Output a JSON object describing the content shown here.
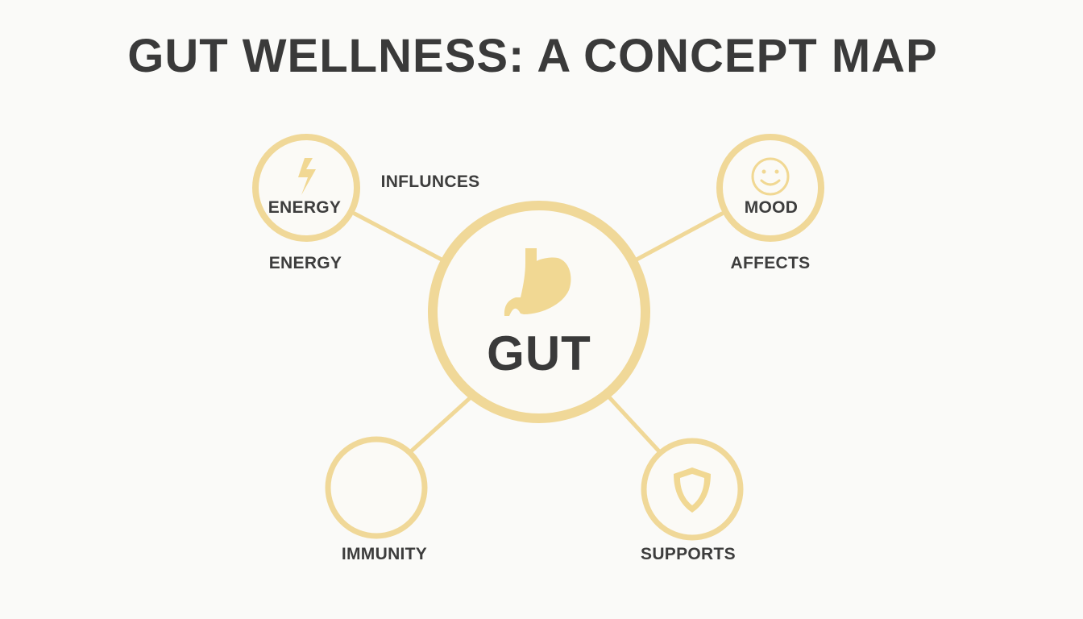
{
  "title": "GUT WELLNESS: A CONCEPT MAP",
  "colors": {
    "accent": "#f0d898",
    "text": "#3b3b3b",
    "background": "#fafaf8"
  },
  "hub": {
    "label": "GUT",
    "icon": "stomach-icon"
  },
  "nodes": {
    "energy": {
      "label": "ENERGY",
      "icon": "lightning-bolt-icon"
    },
    "mood": {
      "label": "MOOD",
      "icon": "smiley-face-icon"
    },
    "immunity": {
      "icon": "none"
    },
    "supports": {
      "icon": "shield-icon"
    }
  },
  "edge_labels": {
    "influnces": "INFLUNCES",
    "energy": "ENERGY",
    "affects": "AFFECTS",
    "immunity": "IMMUNITY",
    "supports": "SUPPORTS"
  }
}
